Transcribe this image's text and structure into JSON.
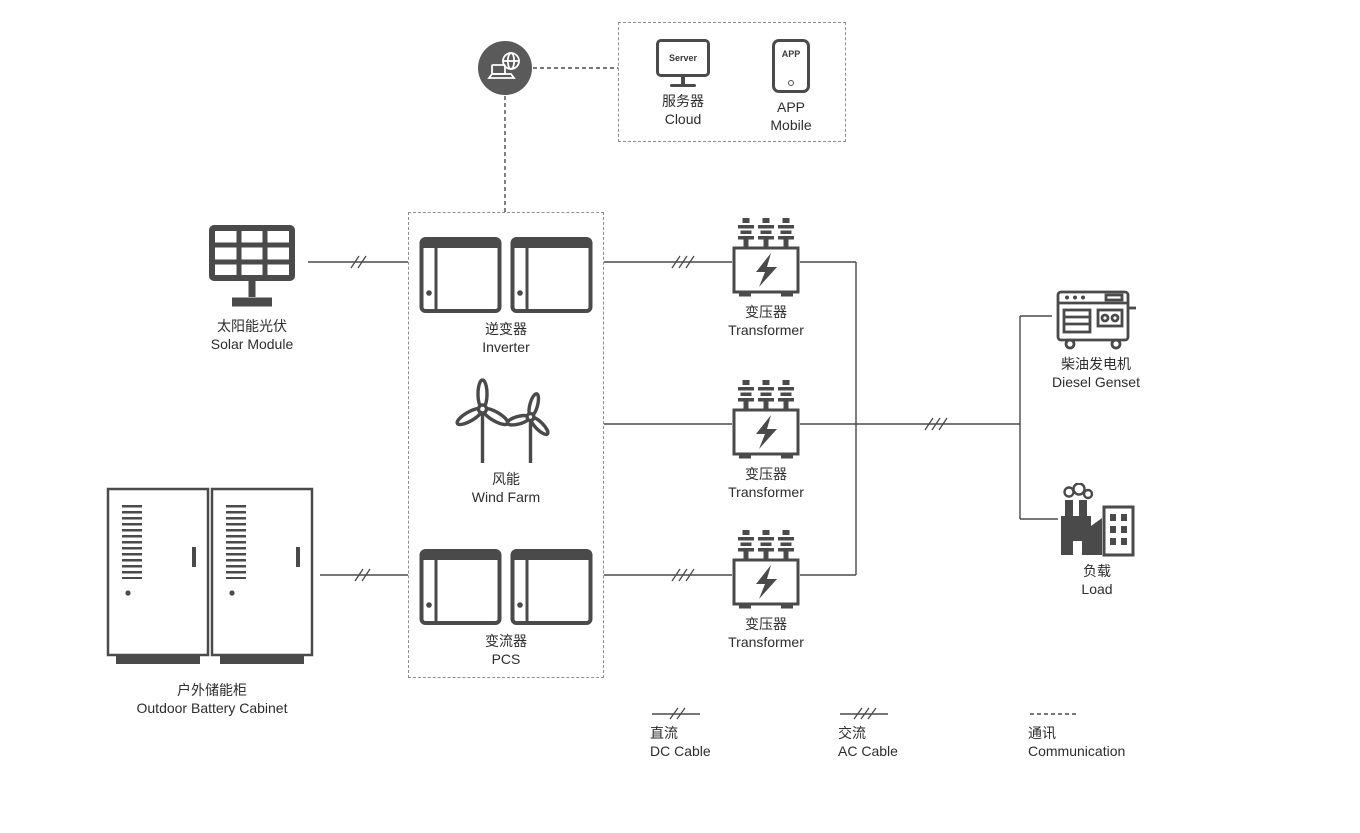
{
  "diagram": {
    "colors": {
      "icon": "#4a4a4a",
      "line": "#4a4a4a",
      "text": "#2d2d2d"
    },
    "nodes": {
      "server": {
        "label_zh": "服务器",
        "label_en": "Cloud",
        "screen_text": "Server"
      },
      "app": {
        "label_zh": "APP",
        "label_en": "Mobile",
        "screen_text": "APP"
      },
      "solar": {
        "label_zh": "太阳能光伏",
        "label_en": "Solar Module"
      },
      "inverter": {
        "label_zh": "逆变器",
        "label_en": "Inverter"
      },
      "wind": {
        "label_zh": "风能",
        "label_en": "Wind Farm"
      },
      "pcs": {
        "label_zh": "变流器",
        "label_en": "PCS"
      },
      "battery": {
        "label_zh": "户外储能柜",
        "label_en": "Outdoor Battery Cabinet"
      },
      "transformer_top": {
        "label_zh": "变压器",
        "label_en": "Transformer"
      },
      "transformer_mid": {
        "label_zh": "变压器",
        "label_en": "Transformer"
      },
      "transformer_bottom": {
        "label_zh": "变压器",
        "label_en": "Transformer"
      },
      "genset": {
        "label_zh": "柴油发电机",
        "label_en": "Diesel Genset"
      },
      "load": {
        "label_zh": "负载",
        "label_en": "Load"
      }
    },
    "legend": {
      "dc": {
        "label_zh": "直流",
        "label_en": "DC Cable"
      },
      "ac": {
        "label_zh": "交流",
        "label_en": "AC Cable"
      },
      "comm": {
        "label_zh": "通讯",
        "label_en": "Communication"
      }
    },
    "icons": {
      "cloud_gateway": "globe-laptop-circle-icon",
      "server": "server-monitor-icon",
      "app": "smartphone-icon",
      "solar": "solar-panel-icon",
      "inverter": "inverter-unit-icon",
      "wind": "wind-turbine-icon",
      "pcs": "inverter-unit-icon",
      "battery": "battery-cabinet-icon",
      "transformer": "transformer-bolt-icon",
      "genset": "diesel-generator-icon",
      "load": "factory-icon",
      "dc_mark": "double-slash",
      "ac_mark": "triple-slash",
      "comm_mark": "dashed-line"
    }
  }
}
